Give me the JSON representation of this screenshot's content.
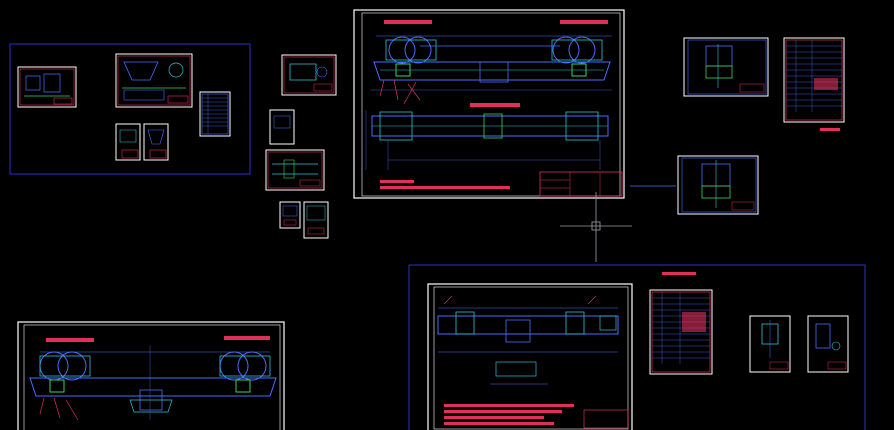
{
  "viewport": {
    "background": "#000000",
    "cursor": "crosshair"
  },
  "colors": {
    "sheet_frame": "#ffffff",
    "viewport_border": "#2b2bd9",
    "geometry_primary": "#4a6cff",
    "geometry_secondary": "#2ec4d6",
    "geometry_green": "#3cd35a",
    "title_block": "#e0305a",
    "annotation": "#e0305a",
    "crosshair": "#9aa0a6"
  },
  "drawings": [
    {
      "id": "sheet-a",
      "kind": "general-assembly-with-dual-view",
      "has_title_block": true
    },
    {
      "id": "sheet-b",
      "kind": "general-assembly-partial",
      "has_title_block": false
    },
    {
      "id": "sheet-c",
      "kind": "general-assembly-with-spec",
      "has_title_block": true
    },
    {
      "id": "group-left",
      "kind": "layout-thumbnails"
    },
    {
      "id": "group-top-right",
      "kind": "detail-and-spec-sheet"
    }
  ],
  "crosshair_cursor": {
    "visible": true
  }
}
